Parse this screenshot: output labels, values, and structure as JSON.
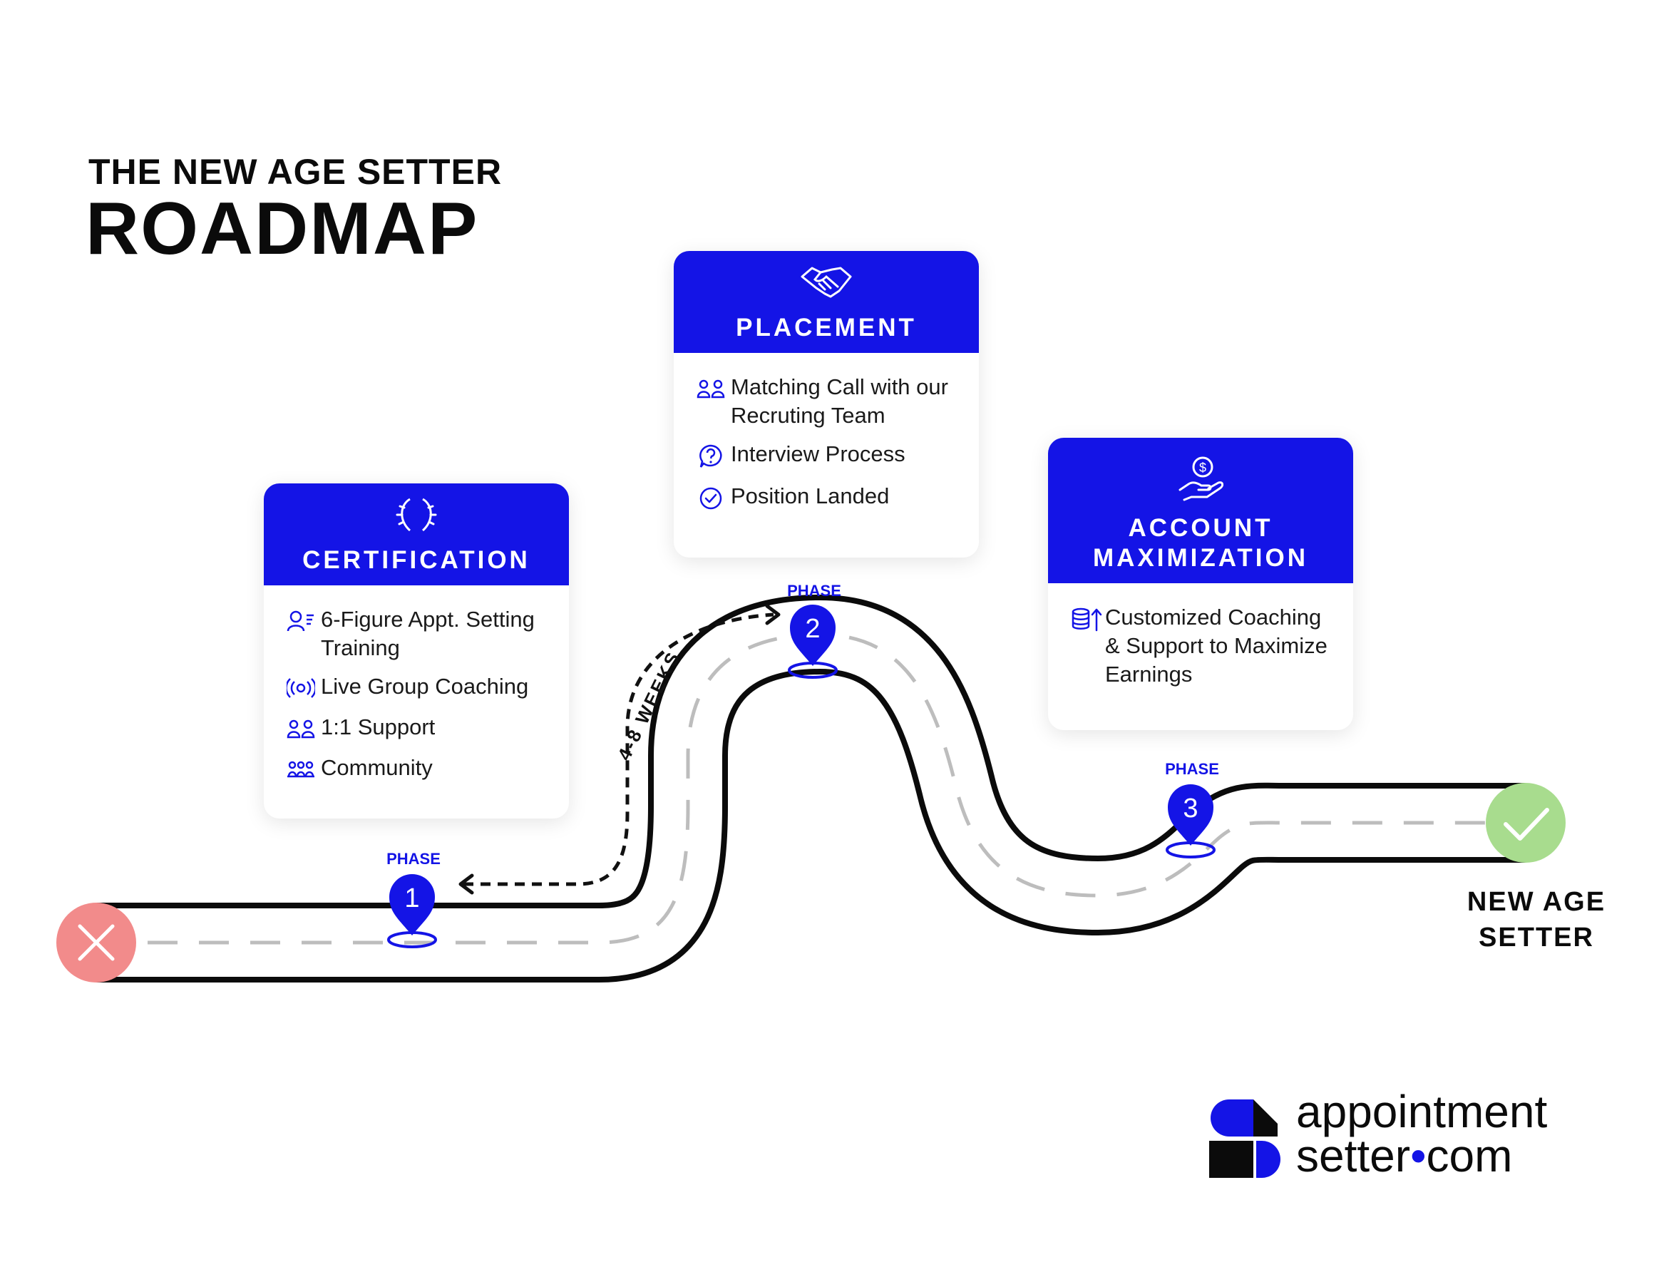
{
  "title": {
    "line1": "THE NEW AGE SETTER",
    "line2": "ROADMAP"
  },
  "phases": [
    {
      "label": "PHASE",
      "number": "1",
      "card_title": "CERTIFICATION",
      "card_icon": "laurel-wreath-icon",
      "items": [
        {
          "icon": "person-list-icon",
          "text": "6-Figure Appt. Setting Training"
        },
        {
          "icon": "broadcast-icon",
          "text": "Live Group Coaching"
        },
        {
          "icon": "two-people-icon",
          "text": "1:1 Support"
        },
        {
          "icon": "group-icon",
          "text": "Community"
        }
      ]
    },
    {
      "label": "PHASE",
      "number": "2",
      "card_title": "PLACEMENT",
      "card_icon": "handshake-icon",
      "items": [
        {
          "icon": "two-people-icon",
          "text": "Matching Call with our Recruting Team"
        },
        {
          "icon": "question-bubble-icon",
          "text": "Interview Process"
        },
        {
          "icon": "check-circle-icon",
          "text": "Position Landed"
        }
      ]
    },
    {
      "label": "PHASE",
      "number": "3",
      "card_title": "ACCOUNT MAXIMIZATION",
      "card_title_lines": [
        "ACCOUNT",
        "MAXIMIZATION"
      ],
      "card_icon": "money-hand-icon",
      "items": [
        {
          "icon": "coins-up-icon",
          "text": "Customized Coaching & Support to Maximize Earnings"
        }
      ]
    }
  ],
  "duration_label": "4-8 WEEKS",
  "end_label": {
    "line1": "NEW AGE",
    "line2": "SETTER"
  },
  "brand": {
    "line1": "appointment",
    "line2a": "setter",
    "dot": "•",
    "line2b": "com"
  },
  "colors": {
    "accent": "#1414e6",
    "start_marker": "#f28b8b",
    "end_marker": "#a8dc8e",
    "road": "#0b0b0b",
    "lane": "#bdbdbd"
  }
}
